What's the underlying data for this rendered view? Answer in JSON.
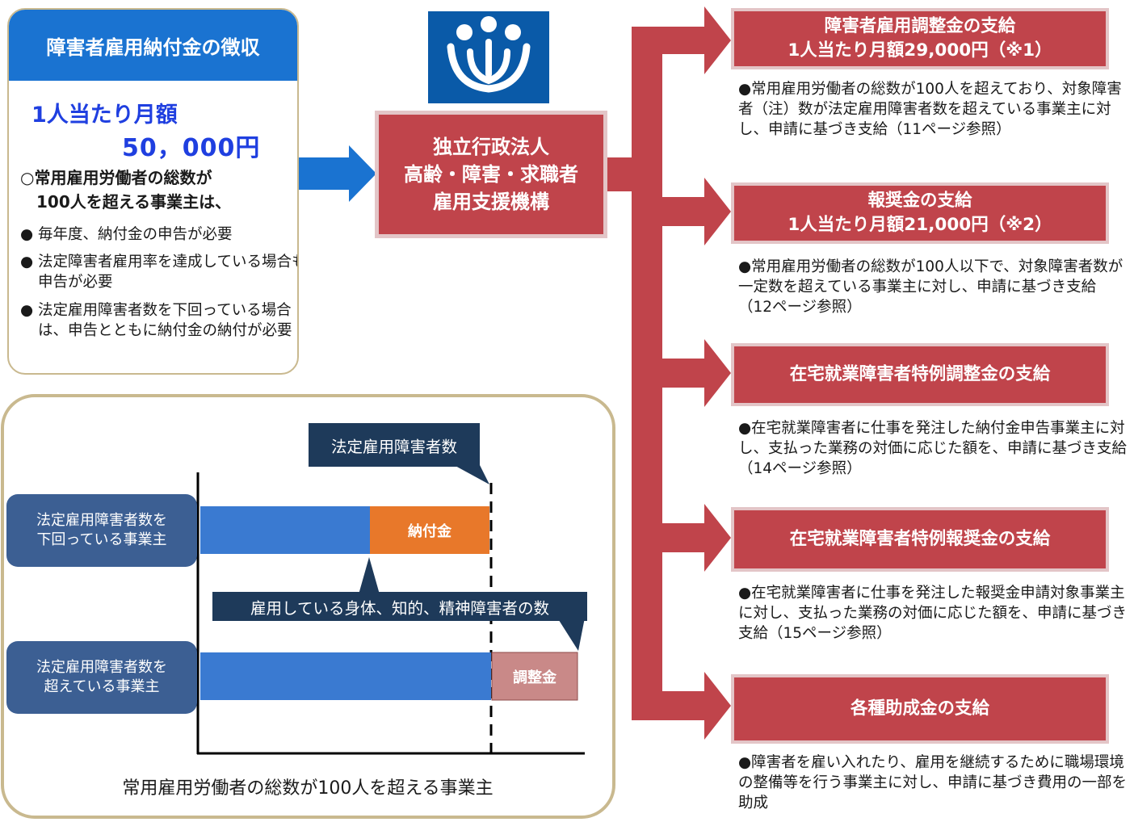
{
  "levy_card": {
    "header": "障害者雇用納付金の徴収",
    "rate_line1": "1人当たり月額",
    "rate_line2": "50，000円",
    "condition_title_1": "○常用雇用労働者の総数が",
    "condition_title_2": "100人を超える事業主は、",
    "bullets": [
      "毎年度、納付金の申告が必要",
      "法定障害者雇用率を達成している場合も申告が必要",
      "法定雇用障害者数を下回っている場合は、申告とともに納付金の納付が必要"
    ]
  },
  "logo": {
    "icon": "jeed-logo-icon",
    "color": "#0a5aa8"
  },
  "center": {
    "line1": "独立行政法人",
    "line2": "高齢・障害・求職者",
    "line3": "雇用支援機構"
  },
  "colors": {
    "red": "#c0444b",
    "blue": "#1a73d1",
    "navy": "#1e3a5a",
    "orange": "#e8782a",
    "rose": "#c98988"
  },
  "right_items": [
    {
      "title1": "障害者雇用調整金の支給",
      "title2": "1人当たり月額29,000円（※1）",
      "desc": "●常用雇用労働者の総数が100人を超えており、対象障害者（注）数が法定雇用障害者数を超えている事業主に対し、申請に基づき支給（11ページ参照）"
    },
    {
      "title1": "報奨金の支給",
      "title2": "1人当たり月額21,000円（※2）",
      "desc": "●常用雇用労働者の総数が100人以下で、対象障害者数が一定数を超えている事業主に対し、申請に基づき支給（12ページ参照）"
    },
    {
      "title1": "在宅就業障害者特例調整金の支給",
      "desc": "●在宅就業障害者に仕事を発注した納付金申告事業主に対し、支払った業務の対価に応じた額を、申請に基づき支給（14ページ参照）"
    },
    {
      "title1": "在宅就業障害者特例報奨金の支給",
      "desc": "●在宅就業障害者に仕事を発注した報奨金申請対象事業主に対し、支払った業務の対価に応じた額を、申請に基づき支給（15ページ参照）"
    },
    {
      "title1": "各種助成金の支給",
      "desc": "●障害者を雇い入れたり、雇用を継続するために職場環境の整備等を行う事業主に対し、申請に基づき費用の一部を助成"
    }
  ],
  "chart": {
    "quota_label": "法定雇用障害者数",
    "employed_label": "雇用している身体、知的、精神障害者の数",
    "row1_label_1": "法定雇用障害者数を",
    "row1_label_2": "下回っている事業主",
    "row1_segment": "納付金",
    "row2_label_1": "法定雇用障害者数を",
    "row2_label_2": "超えている事業主",
    "row2_segment": "調整金",
    "caption": "常用雇用労働者の総数が100人を超える事業主"
  }
}
